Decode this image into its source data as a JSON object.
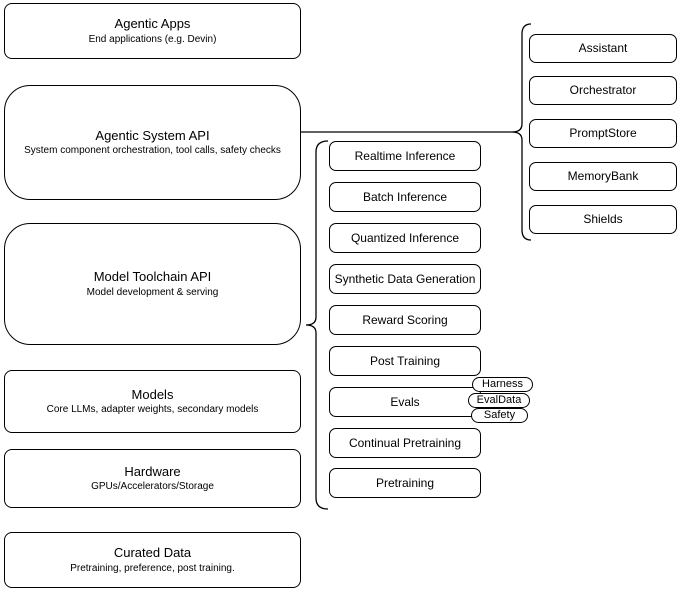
{
  "layers": [
    {
      "title": "Agentic Apps",
      "subtitle": "End applications (e.g. Devin)"
    },
    {
      "title": "Agentic System API",
      "subtitle": "System component orchestration, tool calls, safety checks"
    },
    {
      "title": "Model Toolchain API",
      "subtitle": "Model development & serving"
    },
    {
      "title": "Models",
      "subtitle": "Core LLMs, adapter weights, secondary models"
    },
    {
      "title": "Hardware",
      "subtitle": "GPUs/Accelerators/Storage"
    },
    {
      "title": "Curated Data",
      "subtitle": "Pretraining, preference, post training."
    }
  ],
  "toolchain_services": [
    "Realtime Inference",
    "Batch Inference",
    "Quantized Inference",
    "Synthetic Data Generation",
    "Reward Scoring",
    "Post Training",
    "Evals",
    "Continual Pretraining",
    "Pretraining"
  ],
  "evals_tags": [
    "Harness",
    "EvalData",
    "Safety"
  ],
  "system_components": [
    "Assistant",
    "Orchestrator",
    "PromptStore",
    "MemoryBank",
    "Shields"
  ],
  "colors": {
    "stroke": "#000000",
    "fill": "#ffffff",
    "background": "#ffffff"
  }
}
